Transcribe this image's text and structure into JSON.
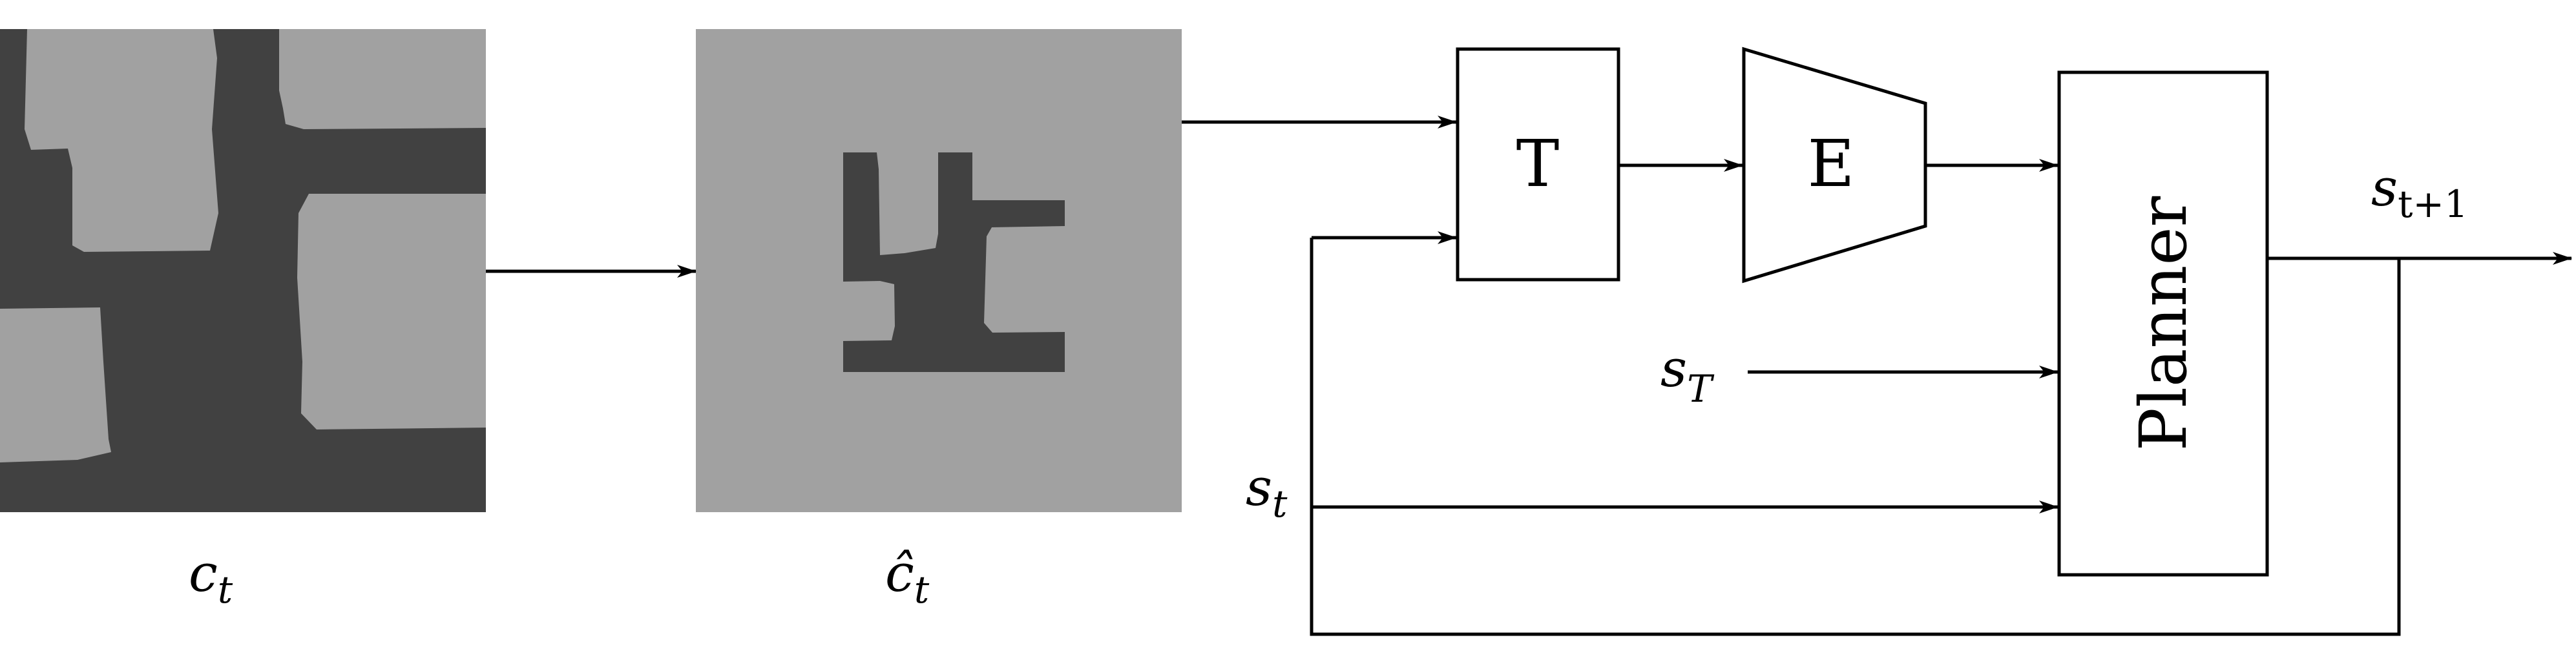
{
  "labels": {
    "c_t_base": "c",
    "c_t_sub": "t",
    "chat_t_base": "ĉ",
    "chat_t_sub": "t",
    "s_t_base": "s",
    "s_t_sub": "t",
    "s_T_base": "s",
    "s_T_sub": "T",
    "s_next_base": "s",
    "s_next_sub": "t+1"
  },
  "blocks": {
    "t_block": "T",
    "e_block": "E",
    "planner_block": "Planner"
  },
  "colors": {
    "background": "#ffffff",
    "stroke": "#000000",
    "map_light": "#a1a1a1",
    "map_dark": "#414141"
  }
}
